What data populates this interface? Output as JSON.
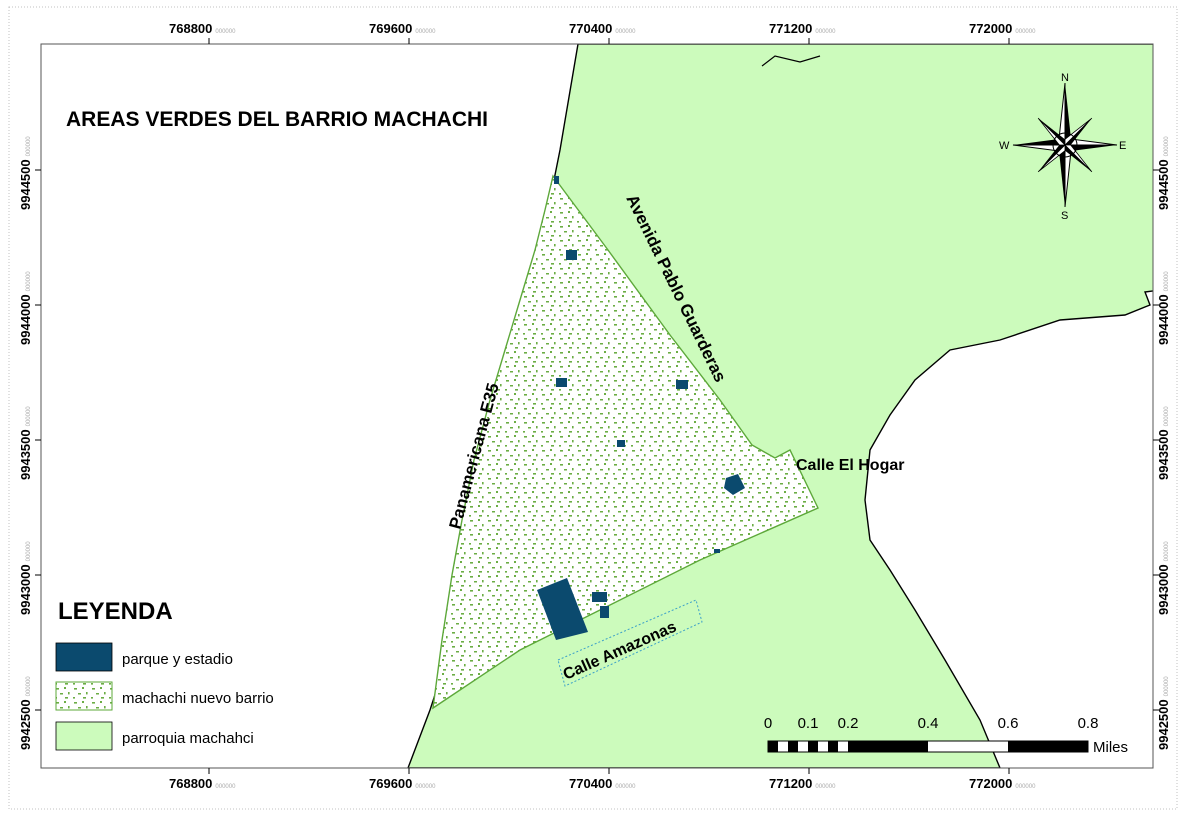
{
  "map": {
    "title": "AREAS VERDES DEL BARRIO MACHACHI",
    "grid_x": {
      "values": [
        768800,
        769600,
        770400,
        771200,
        772000
      ],
      "labels": [
        "768800",
        "769600",
        "770400",
        "771200",
        "772000"
      ],
      "suffix": "000000"
    },
    "grid_y": {
      "values": [
        9944500,
        9944000,
        9943500,
        9943000,
        9942500
      ],
      "labels": [
        "9944500",
        "9944000",
        "9943500",
        "9943000",
        "9942500"
      ],
      "suffix": "000000"
    },
    "north_arrow": {
      "n": "N",
      "s": "S",
      "e": "E",
      "w": "W",
      "icon": "compass-rose-icon"
    },
    "streets": {
      "panamericana": "Panamericana E35",
      "pablo_guarderas": "Avenida Pablo Guarderas",
      "el_hogar": "Calle El Hogar",
      "amazonas": "Calle Amazonas"
    },
    "legend": {
      "title": "LEYENDA",
      "items": [
        {
          "label": "parque y estadio",
          "color": "#0b4a6e"
        },
        {
          "label": "machachi nuevo barrio",
          "color": "#74b84a"
        },
        {
          "label": "parroquia machahci",
          "color": "#ccfbbc"
        }
      ]
    },
    "scale_bar": {
      "ticks": [
        "0",
        "0.1",
        "0.2",
        "0.4",
        "0.6",
        "0.8"
      ],
      "unit": "Miles"
    },
    "colors": {
      "parroquia_fill": "#ccfbbc",
      "barrio_border": "#5da83a",
      "barrio_dots": "#6cad45",
      "park_fill": "#0b4a6e"
    }
  }
}
